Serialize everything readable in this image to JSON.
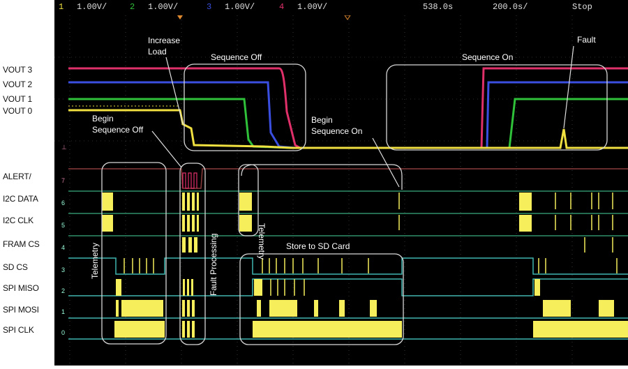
{
  "top_bar": {
    "ch1": {
      "num": "1",
      "scale": "1.00V/"
    },
    "ch2": {
      "num": "2",
      "scale": "1.00V/"
    },
    "ch3": {
      "num": "3",
      "scale": "1.00V/"
    },
    "ch4": {
      "num": "4",
      "scale": "1.00V/"
    },
    "time_pos": "538.0s",
    "time_scale": "200.0s/",
    "mode": "Stop"
  },
  "channel_labels": {
    "vout3": "VOUT 3",
    "vout2": "VOUT 2",
    "vout1": "VOUT 1",
    "vout0": "VOUT 0",
    "alert": "ALERT/",
    "i2c_data": "I2C DATA",
    "i2c_clk": "I2C CLK",
    "fram_cs": "FRAM CS",
    "sd_cs": "SD CS",
    "spi_miso": "SPI MISO",
    "spi_mosi": "SPI MOSI",
    "spi_clk": "SPI CLK"
  },
  "annotations": {
    "increase_load": "Increase\nLoad",
    "sequence_off": "Sequence Off",
    "sequence_on": "Sequence On",
    "fault": "Fault",
    "begin_sequence_off": "Begin\nSequence Off",
    "begin_sequence_on": "Begin\nSequence On",
    "telemetry_1": "Telemetry",
    "telemetry_2": "Telemetry",
    "fault_processing": "Fault Processing",
    "store_to_sd": "Store to SD Card"
  },
  "digital_markers": [
    "7",
    "6",
    "5",
    "4",
    "3",
    "2",
    "1",
    "0"
  ],
  "colors": {
    "vout3": "#e0306a",
    "vout2": "#3a4fe0",
    "vout1": "#2fc13a",
    "vout0": "#f0e040",
    "digital": "#f6ee5a",
    "digital_line": "#3fb6b0",
    "alert_line": "#8a3a3a",
    "box": "#d8d8d8",
    "grid": "#6a6a6a"
  }
}
